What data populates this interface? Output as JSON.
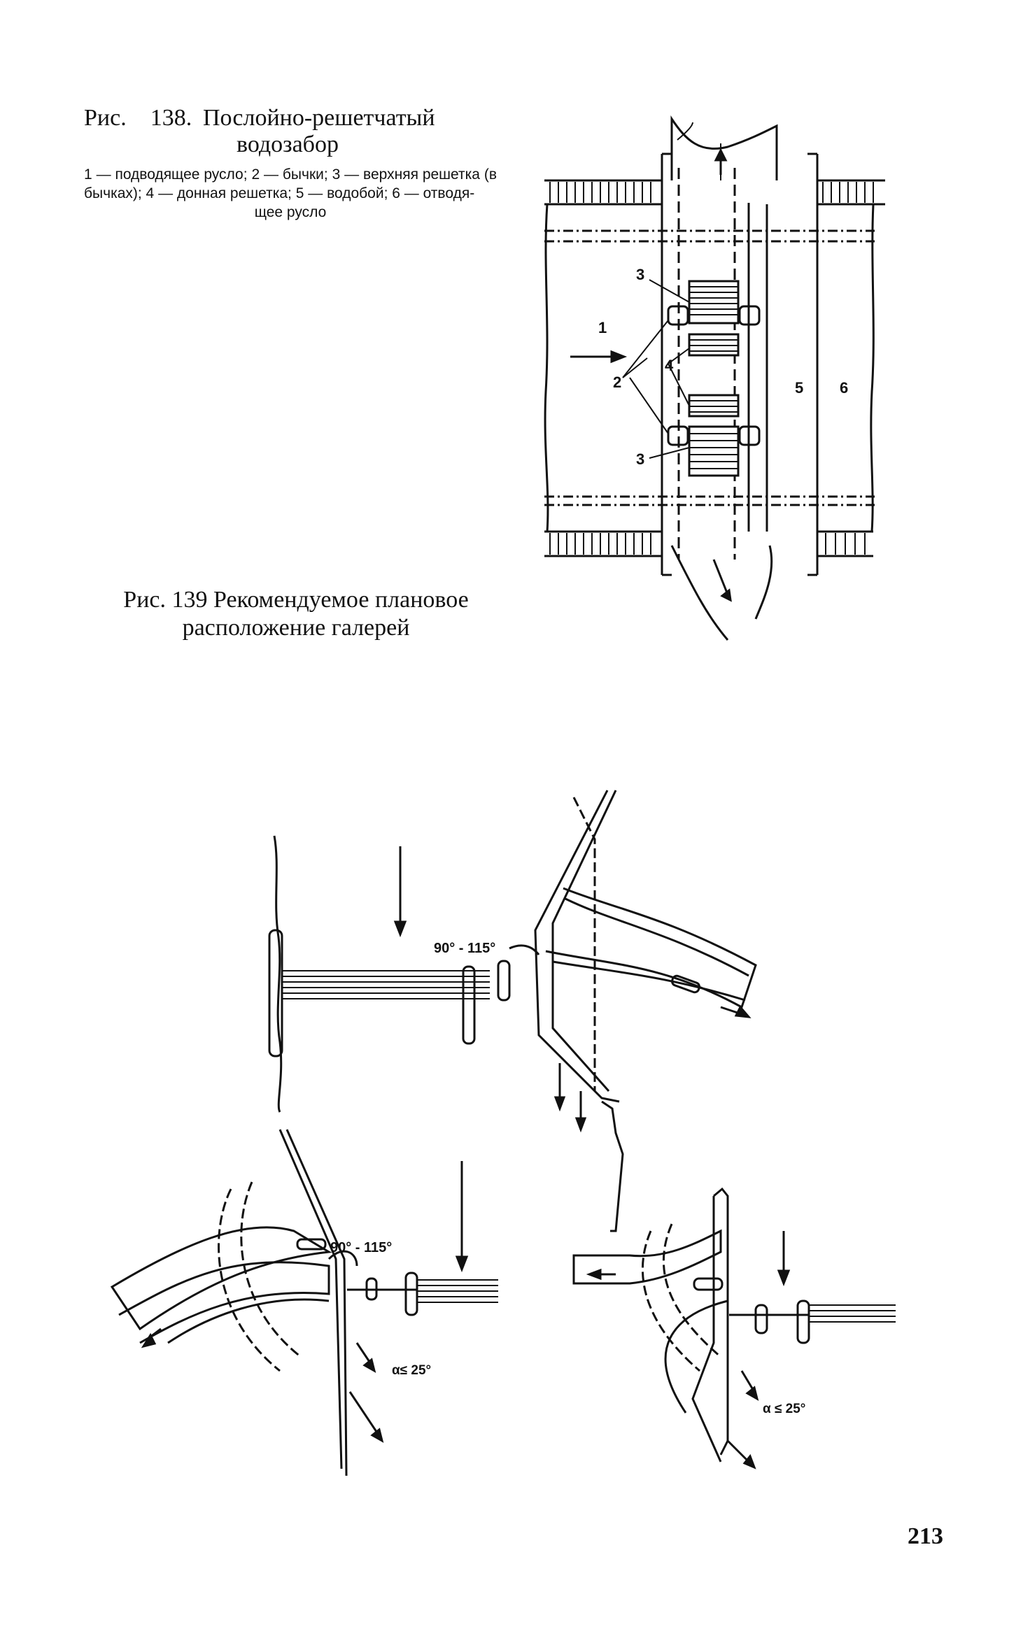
{
  "fig138": {
    "title_line1_prefix": "Рис.",
    "title_line1_num": "138.",
    "title_line1_text": "Послойно-решетчатый",
    "title_line2": "водозабор",
    "legend_text": "1 — подводящее русло; 2 — бычки; 3 — верхняя решетка (в бычках); 4 — донная решетка; 5 — водобой; 6 — отводя-",
    "legend_tail": "щее русло",
    "labels": {
      "n1": "1",
      "n2": "2",
      "n3a": "3",
      "n3b": "3",
      "n4": "4",
      "n5": "5",
      "n6": "6"
    }
  },
  "fig139": {
    "title_line1": "Рис. 139 Рекомендуемое плановое",
    "title_line2": "расположение галерей",
    "angle_top": "90° - 115°",
    "angle_left": "90° - 115°",
    "alpha_left": "α≤ 25°",
    "alpha_right": "α ≤ 25°"
  },
  "page_number": "213"
}
